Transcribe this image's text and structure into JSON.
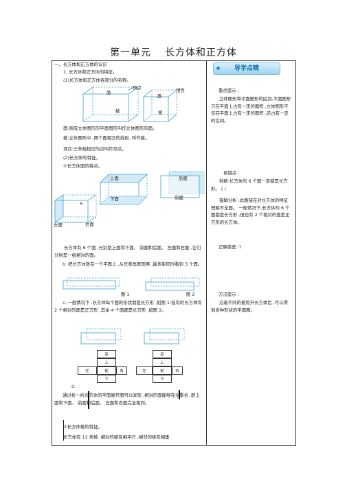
{
  "title": {
    "unit": "第一单元",
    "name": "长方体和正方体"
  },
  "badge": "导学点睛",
  "left": {
    "l1": "一、长方体和正方体的认识",
    "l2": "1. 长方体和正方体的特征。",
    "l3": "(1)长方体和正方体各部分的名称。",
    "fig1": {
      "face": "面",
      "vertex": "顶点",
      "edge": "棱"
    },
    "fig2": {
      "face": "面",
      "vertex": "顶点",
      "edge": "棱"
    },
    "l4": "面:围成立体图形的平面图形叫作立体图形的面。",
    "l5": "棱:立体图形中 ,两个面相交的线段 ,叫作棱。",
    "l6": "顶点:三条棱相交的点叫作顶点。",
    "l7": "(2)长方体的特征。",
    "l8": "①长方体面的特点。",
    "faces_a": {
      "top": "上面",
      "bottom": "下面",
      "back": "后面",
      "front": "前面",
      "left": "左面",
      "right": "右面",
      "mark": "a."
    },
    "p1": "长方体有 6 个面 ,分别是上面和下面、 前面和后面、 左面和右面 ,它们分别是一组相对的面。",
    "p2": "b. 把长方体放在一个平面上 ,从任意角度观察 ,最多能同时看到 3 个面。",
    "fig_labels": {
      "fig1": "图 1",
      "fig2": "图 2"
    },
    "p3": "c. 一般情况下 ,长方体每个面的形状都是长方形 ,如图 1;但有的长方体有 2 个相对的面是正方形 ,其余 4 个面都是长方形 ,如图 2。",
    "net": {
      "back": "后",
      "top": "上",
      "front": "前",
      "left": "左",
      "right": "右",
      "bottom": "下",
      "mark": "d."
    },
    "p4": "通过折一折长方体的平面展开图可以发现 ,相对的面能够完全重合 ,即上面和下面、 前面和后面、 左面和右面完全相同。",
    "p5": "②长方体棱的特征。",
    "p6": "长方体有 12 条棱 ,相对的棱互相平行 ,相邻的棱互相垂"
  },
  "right": {
    "r1": "重点提示 :",
    "r2": "立体图形和平面图形的区别,平面图形只在平面上占有一定的面积 ,立体图形不仅在平面上占有一定的面积 ,还占有一定的空间。",
    "r3": "易错点 :",
    "r4": "判断:长方体的 6 个面一定都是长方形。 ( )",
    "r5": "错解分析 :此题错在对长方体的特征理解不全面。 一般情况下,长方体的 6 个面都是长方形 ,但也有 2 个相对的面是正方形的长方体。",
    "r6": "正确答案 :?",
    "r7": "方法提示 :",
    "r8": "沿着不同的棱剪开长方体后 ,可以得到多种形状的平面图。"
  }
}
